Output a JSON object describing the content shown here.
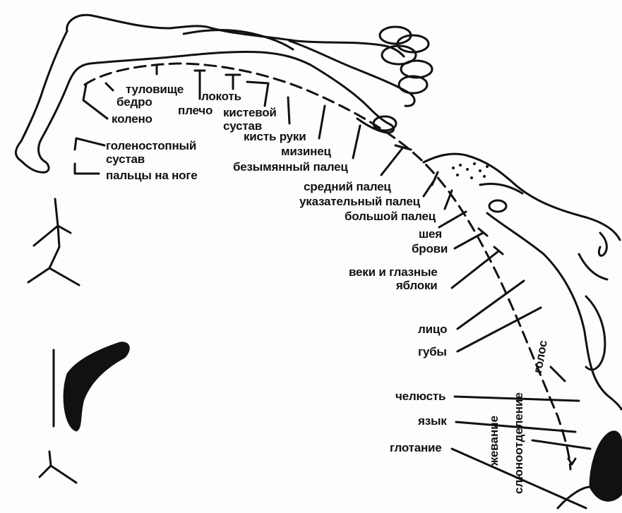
{
  "diagram": {
    "ink_color": "#111111",
    "labels": {
      "trunk": "туловище",
      "hip": "бедро",
      "knee": "колено",
      "ankle": "голеностопный\nсустав",
      "toes": "пальцы на ноге",
      "shoulder": "плечо",
      "elbow": "локоть",
      "wrist": "кистевой\nсустав",
      "hand": "кисть руки",
      "little_finger": "мизинец",
      "ring_finger": "безымянный палец",
      "middle_finger": "средний палец",
      "index_finger": "указательный палец",
      "thumb": "большой палец",
      "neck": "шея",
      "brows": "брови",
      "eyelids": "веки и глазные\nяблоки",
      "face": "лицо",
      "lips": "губы",
      "jaw": "челюсть",
      "tongue": "язык",
      "swallowing": "глотание",
      "voice": "голос",
      "salivation": "слюноотделение",
      "chewing": "жевание"
    }
  }
}
